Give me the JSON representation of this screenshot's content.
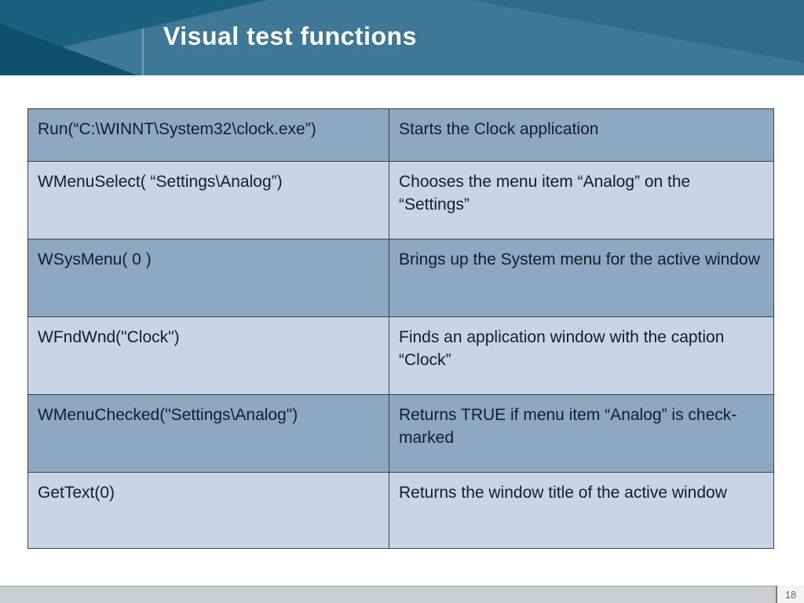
{
  "slide": {
    "title": "Visual test functions",
    "page_number": "18"
  },
  "table": {
    "rows": [
      {
        "func": "Run(“C:\\WINNT\\System32\\clock.exe”)",
        "desc": "Starts the Clock application"
      },
      {
        "func": "WMenuSelect( “Settings\\Analog”)",
        "desc": "Chooses the menu item “Analog” on the “Settings”"
      },
      {
        "func": "WSysMenu( 0 )",
        "desc": "Brings up the System menu for the active window"
      },
      {
        "func": "WFndWnd(\"Clock\")",
        "desc": "Finds an application window with the caption “Clock”"
      },
      {
        "func": "WMenuChecked(\"Settings\\Analog\")",
        "desc": "Returns TRUE if menu item “Analog” is check-marked"
      },
      {
        "func": "GetText(0)",
        "desc": "Returns the window title of the active window"
      }
    ]
  },
  "colors": {
    "header_base": "#3e7896",
    "header_dark": "#1a607f",
    "header_darker": "#0e4f6b",
    "header_right": "#326a8c",
    "row_dark": "#8fa8c2",
    "row_light": "#c7d5e7"
  }
}
